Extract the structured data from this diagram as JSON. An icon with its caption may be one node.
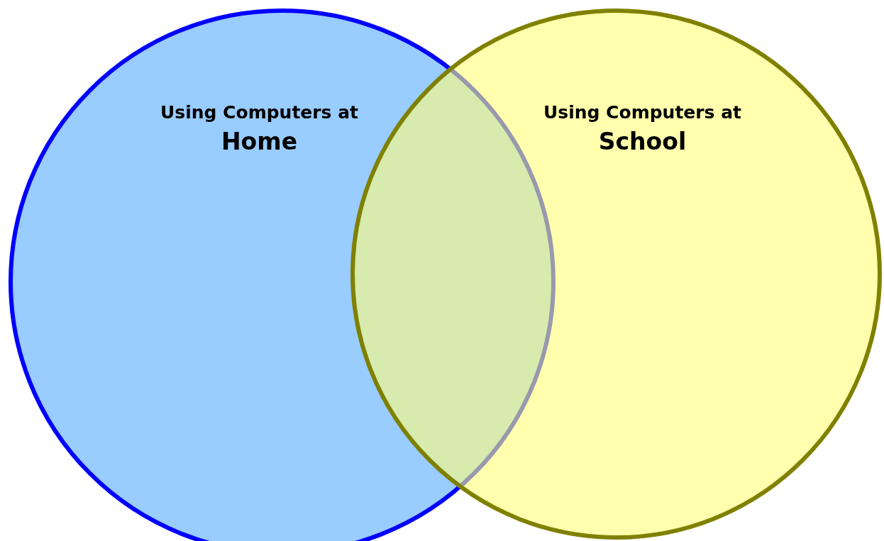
{
  "diagram": {
    "nodes": [
      {
        "text": [
          "Using Computers at",
          "Home"
        ]
      },
      {
        "text": [
          "Using Computers at",
          "School"
        ]
      }
    ]
  }
}
